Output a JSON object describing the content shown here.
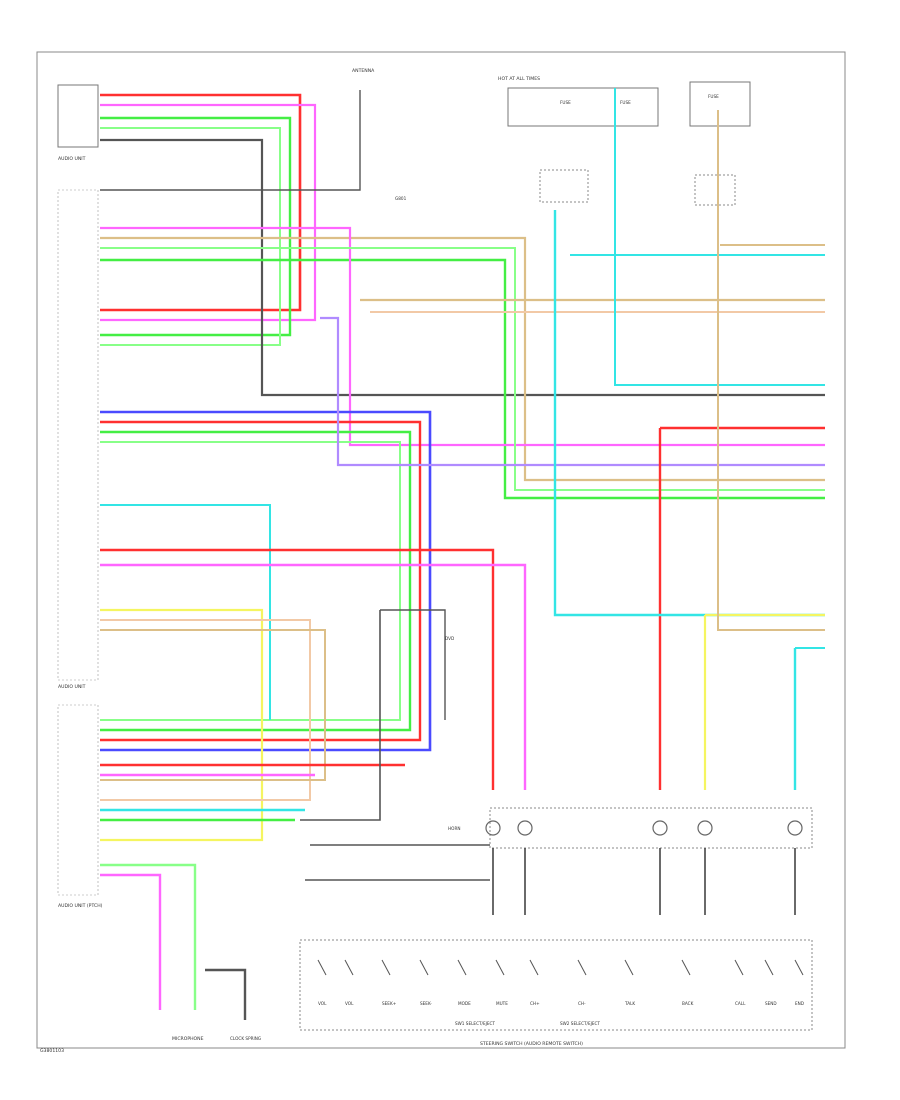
{
  "colors": {
    "red": "#ff3030",
    "pink": "#ff66ff",
    "green": "#44ee44",
    "lightgreen": "#88ff88",
    "blue": "#4a4aff",
    "cyan": "#33e5e5",
    "tan": "#dcbf88",
    "gray": "#555555",
    "yellow": "#f5f560",
    "violet": "#b08bff",
    "peach": "#f2c9a6"
  },
  "labels": {
    "antenna": "ANTENNA",
    "audio_unit_a": "AUDIO UNIT",
    "audio_unit_b": "AUDIO UNIT",
    "audio_unit_c": "AUDIO UNIT (PTCH)",
    "top_block": "HOT AT ALL TIMES",
    "fuse_a": "FUSE",
    "fuse_b": "FUSE",
    "fuse_c": "FUSE",
    "ground_ref": "G801",
    "dvd": "DVD",
    "mic": "MICROPHONE",
    "switch": "STEERING SWITCH (AUDIO REMOTE SWITCH)",
    "sw1": "SW1 SELECT/EJECT",
    "sw2": "SW2 SELECT/EJECT",
    "horn": "HORN",
    "clock": "CLOCK SPRING"
  },
  "bottom_switches": [
    "VOL",
    "VOL",
    "SEEK+",
    "SEEK-",
    "MODE",
    "MUTE",
    "CH+",
    "CH-",
    "TALK",
    "BACK",
    "CALL",
    "SEND",
    "END"
  ],
  "footer_left": "G3801103",
  "footer_right": "STEERING SWITCH (AUDIO REMOTE SWITCH)"
}
